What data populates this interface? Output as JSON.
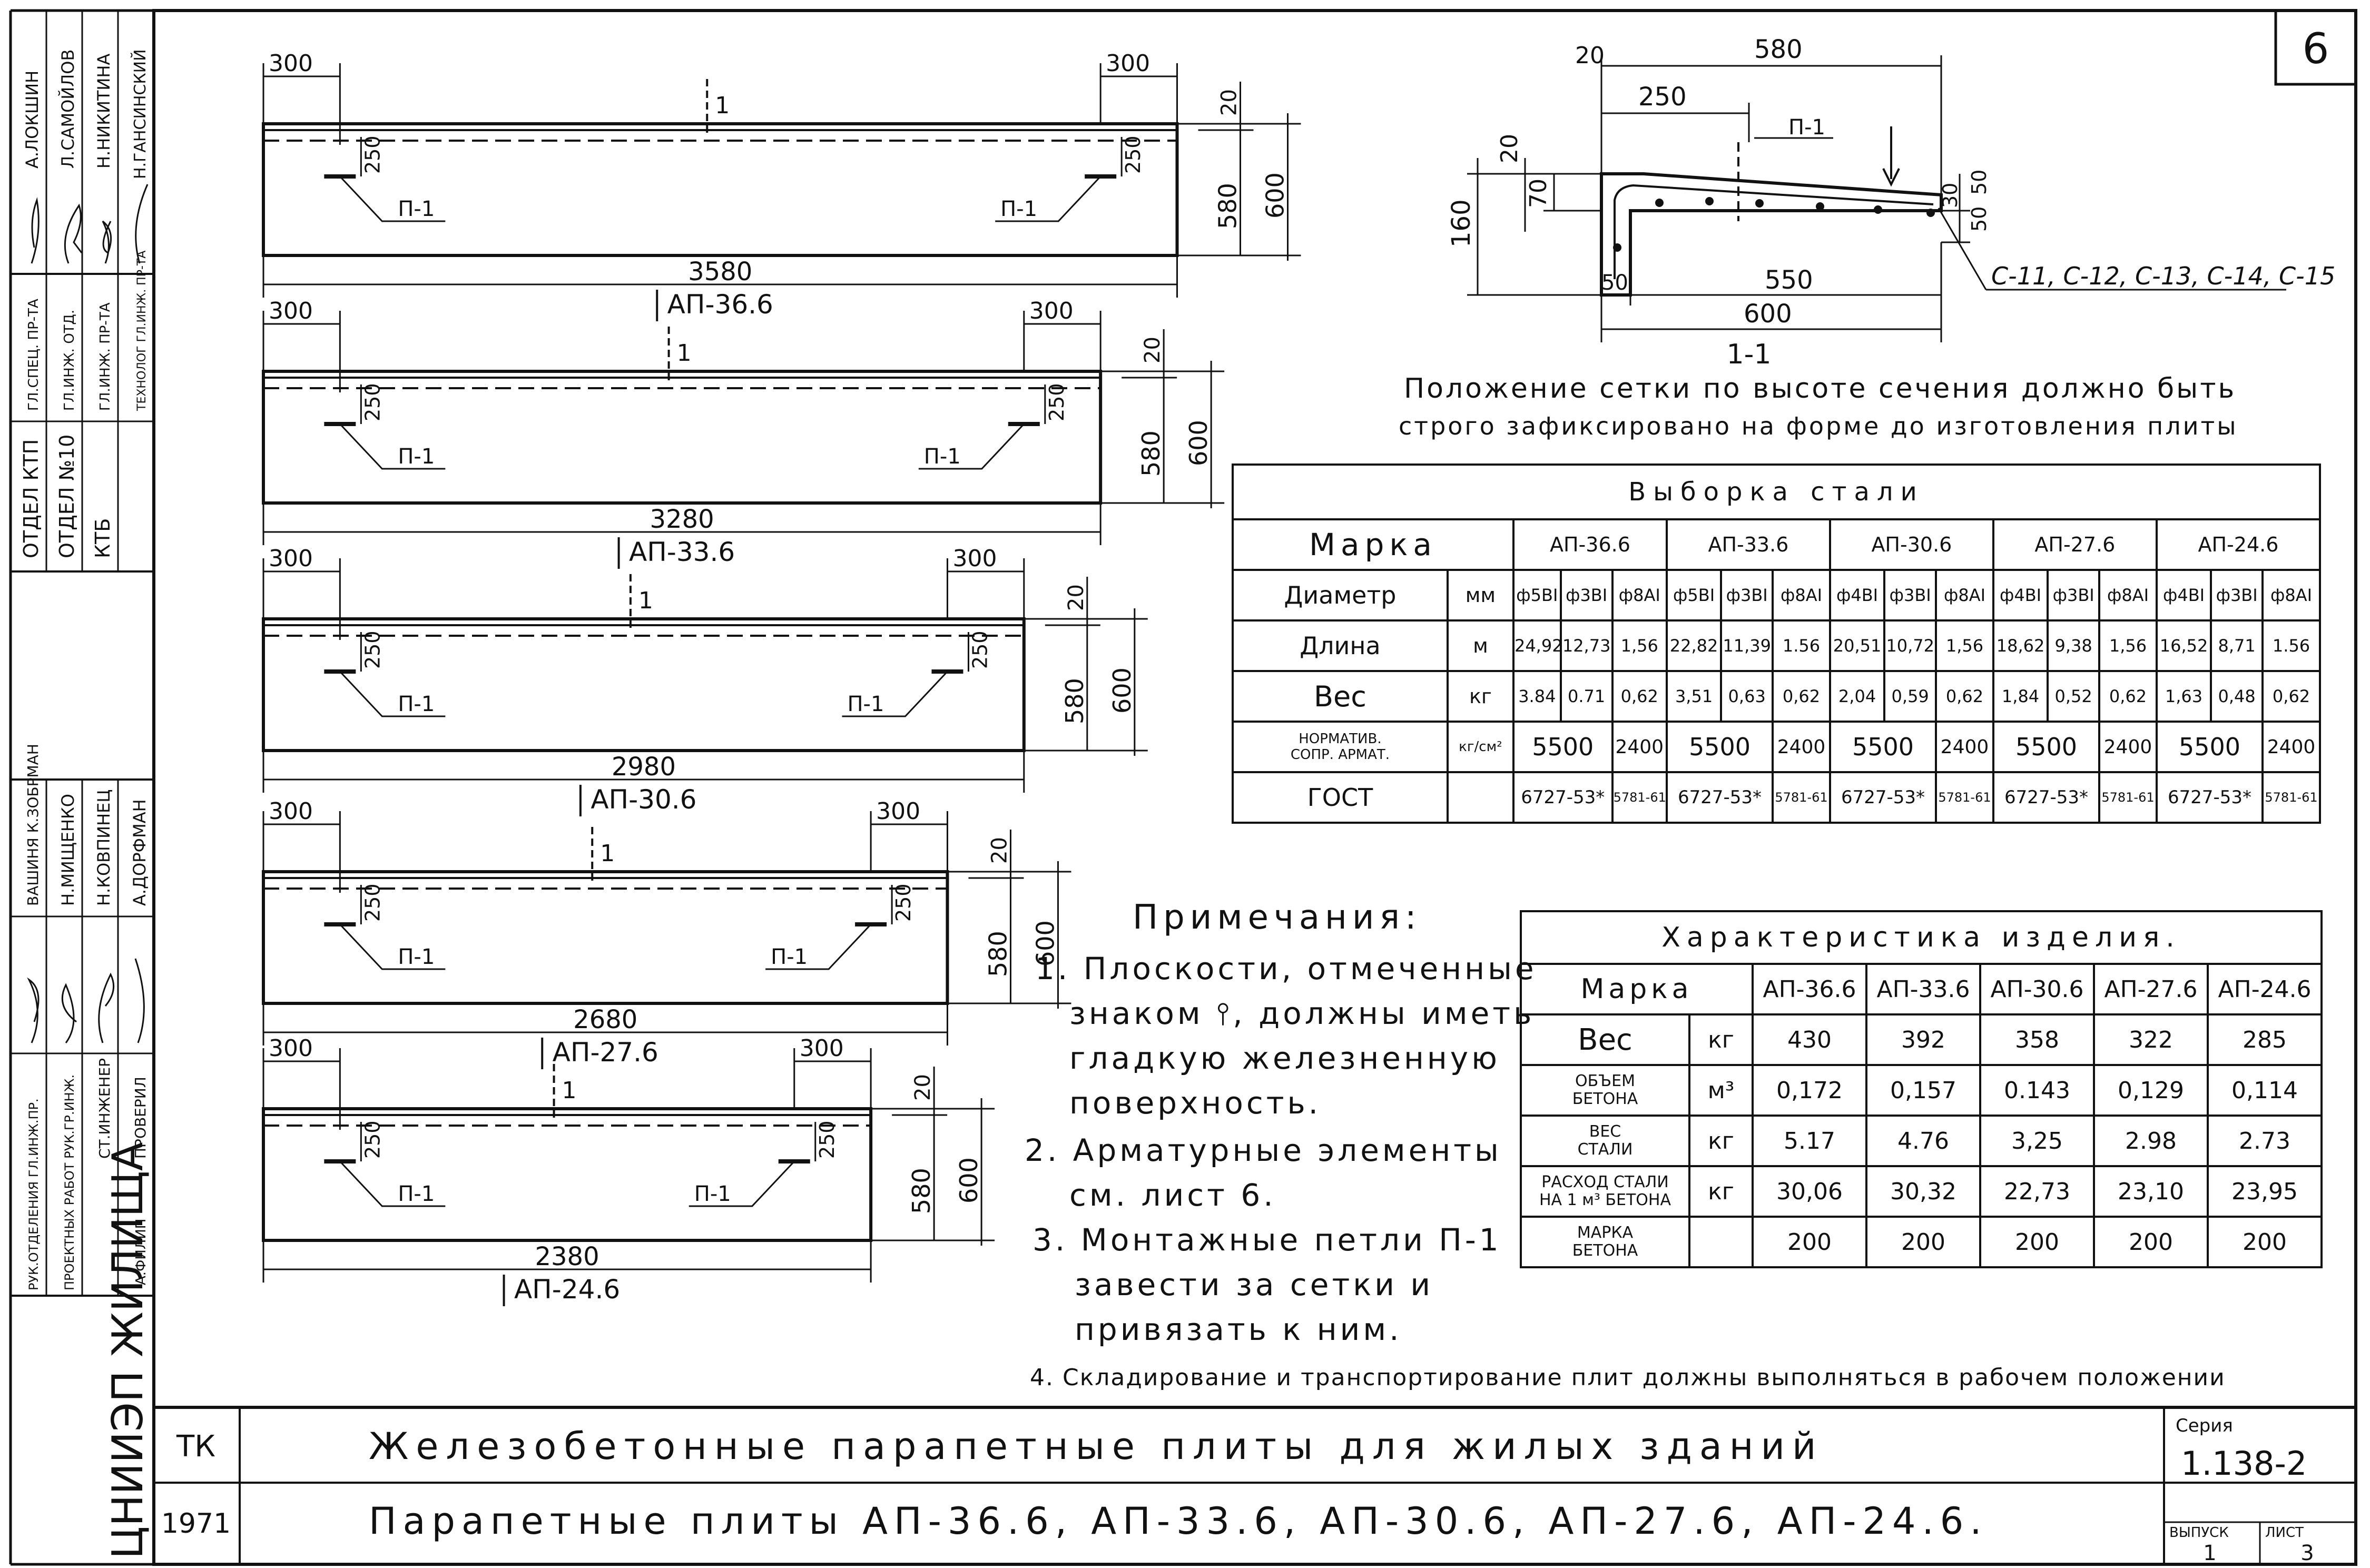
{
  "sheet_number": "6",
  "side_stamp": {
    "org_cols": [
      "ОТДЕЛ КТП",
      "ОТДЕЛ №10",
      "КТБ"
    ],
    "top_roles": [
      "ГЛ.СПЕЦ. ПР-ТА",
      "ГЛ.ИНЖ. ОТД.",
      "ГЛ.ИНЖ. ПР-ТА",
      "ТЕХНОЛОГ ГЛ.ИНЖ. ПР-ТА"
    ],
    "top_names": [
      "А.ЛОКШИН",
      "Л.САМОЙЛОВ",
      "Н.НИКИТИНА",
      "Н.ГАНСИНСКИЙ"
    ],
    "bottom_roles": [
      "РУК.ОТДЕЛЕНИЯ ГЛ.ИНЖ.ПР.",
      "ПРОЕКТНЫХ РАБОТ РУК.ГР.ИНЖ.",
      "СТ.ИНЖЕНЕР",
      "ПРОВЕРИЛ"
    ],
    "bottom_names": [
      "ВАШИНЯ К.ЗОБРМАН",
      "Н.МИЩЕНКО",
      "Н.КОВПИНЕЦ",
      "А.ДОРФМАН"
    ],
    "bottom_extra": "А.ФИЛИП",
    "institute": "ЦНИИЭП ЖИЛИЩА"
  },
  "elevations": [
    {
      "mark": "АП-36.6",
      "length": "3580",
      "end": "300",
      "loop_h": "250",
      "loop_mark": "П-1",
      "cut": "1",
      "top_dim": "20",
      "h1": "580",
      "h2": "600"
    },
    {
      "mark": "АП-33.6",
      "length": "3280",
      "end": "300",
      "loop_h": "250",
      "loop_mark": "П-1",
      "cut": "1",
      "top_dim": "20",
      "h1": "580",
      "h2": "600"
    },
    {
      "mark": "АП-30.6",
      "length": "2980",
      "end": "300",
      "loop_h": "250",
      "loop_mark": "П-1",
      "cut": "1",
      "top_dim": "20",
      "h1": "580",
      "h2": "600"
    },
    {
      "mark": "АП-27.6",
      "length": "2680",
      "end": "300",
      "loop_h": "250",
      "loop_mark": "П-1",
      "cut": "1",
      "top_dim": "20",
      "h1": "580",
      "h2": "600"
    },
    {
      "mark": "АП-24.6",
      "length": "2380",
      "end": "300",
      "loop_h": "250",
      "loop_mark": "П-1",
      "cut": "1",
      "top_dim": "20",
      "h1": "580",
      "h2": "600"
    }
  ],
  "section": {
    "title": "1-1",
    "dims": {
      "d20a": "20",
      "d580": "580",
      "d250": "250",
      "d20b": "20",
      "d70": "70",
      "d160": "160",
      "d30": "30",
      "d50a": "50",
      "d50b": "50",
      "d50c": "50",
      "d550": "550",
      "d600": "600"
    },
    "loop": "П-1",
    "nets": "С-11, С-12, С-13, С-14, С-15",
    "caption_line1": "Положение сетки по высоте сечения должно быть",
    "caption_line2": "строго зафиксировано на форме до изготовления плиты"
  },
  "steel_table": {
    "caption": "Выборка стали",
    "mark_label": "Марка",
    "marks": [
      "АП-36.6",
      "АП-33.6",
      "АП-30.6",
      "АП-27.6",
      "АП-24.6"
    ],
    "diameter_label": "Диаметр",
    "diameter_unit": "мм",
    "diameters": [
      "ф5ВI",
      "ф3ВI",
      "ф8АI",
      "ф5ВI",
      "ф3ВI",
      "ф8АI",
      "ф4ВI",
      "ф3ВI",
      "ф8АI",
      "ф4ВI",
      "ф3ВI",
      "ф8АI",
      "ф4ВI",
      "ф3ВI",
      "ф8АI"
    ],
    "length_label": "Длина",
    "length_unit": "м",
    "lengths": [
      "24,92",
      "12,73",
      "1,56",
      "22,82",
      "11,39",
      "1.56",
      "20,51",
      "10,72",
      "1,56",
      "18,62",
      "9,38",
      "1,56",
      "16,52",
      "8,71",
      "1.56"
    ],
    "weight_label": "Вес",
    "weight_unit": "кг",
    "weights": [
      "3.84",
      "0.71",
      "0,62",
      "3,51",
      "0,63",
      "0,62",
      "2,04",
      "0,59",
      "0,62",
      "1,84",
      "0,52",
      "0,62",
      "1,63",
      "0,48",
      "0,62"
    ],
    "norm_label_1": "НОРМАТИВ.",
    "norm_label_2": "СОПР. АРМАТ.",
    "norm_unit": "кг/см²",
    "norms": [
      "5500",
      "2400",
      "5500",
      "2400",
      "5500",
      "2400",
      "5500",
      "2400",
      "5500",
      "2400"
    ],
    "gost_label": "ГОСТ",
    "gosts": [
      "6727-53*",
      "5781-61",
      "6727-53*",
      "5781-61",
      "6727-53*",
      "5781-61",
      "6727-53*",
      "5781-61",
      "6727-53*",
      "5781-61"
    ]
  },
  "notes": {
    "heading": "Примечания:",
    "lines": [
      "1. Плоскости, отмеченные",
      "знаком ⫯, должны иметь",
      "гладкую железненную",
      "поверхность.",
      "2. Арматурные элементы",
      "см. лист 6.",
      "3. Монтажные петли П-1",
      "завести за сетки и",
      "привязать к ним.",
      "4. Складирование и транспортирование плит должны выполняться в рабочем положении"
    ]
  },
  "product_table": {
    "caption": "Характеристика изделия.",
    "mark_label": "Марка",
    "marks": [
      "АП-36.6",
      "АП-33.6",
      "АП-30.6",
      "АП-27.6",
      "АП-24.6"
    ],
    "rows": [
      {
        "l1": "Вес",
        "l2": "",
        "unit": "кг",
        "v": [
          "430",
          "392",
          "358",
          "322",
          "285"
        ]
      },
      {
        "l1": "ОБЪЕМ",
        "l2": "БЕТОНА",
        "unit": "м³",
        "v": [
          "0,172",
          "0,157",
          "0.143",
          "0,129",
          "0,114"
        ]
      },
      {
        "l1": "ВЕС",
        "l2": "СТАЛИ",
        "unit": "кг",
        "v": [
          "5.17",
          "4.76",
          "3,25",
          "2.98",
          "2.73"
        ]
      },
      {
        "l1": "РАСХОД СТАЛИ",
        "l2": "НА 1 м³ БЕТОНА",
        "unit": "кг",
        "v": [
          "30,06",
          "30,32",
          "22,73",
          "23,10",
          "23,95"
        ]
      },
      {
        "l1": "МАРКА",
        "l2": "БЕТОНА",
        "unit": "",
        "v": [
          "200",
          "200",
          "200",
          "200",
          "200"
        ]
      }
    ]
  },
  "title_block": {
    "tk": "ТК",
    "year": "1971",
    "title1": "Железобетонные парапетные плиты для жилых зданий",
    "title2": "Парапетные плиты АП-36.6, АП-33.6, АП-30.6, АП-27.6, АП-24.6.",
    "series_label": "Серия",
    "series": "1.138-2",
    "issue_label": "ВЫПУСК",
    "issue": "1",
    "sheet_label": "ЛИСТ",
    "sheet": "3"
  }
}
